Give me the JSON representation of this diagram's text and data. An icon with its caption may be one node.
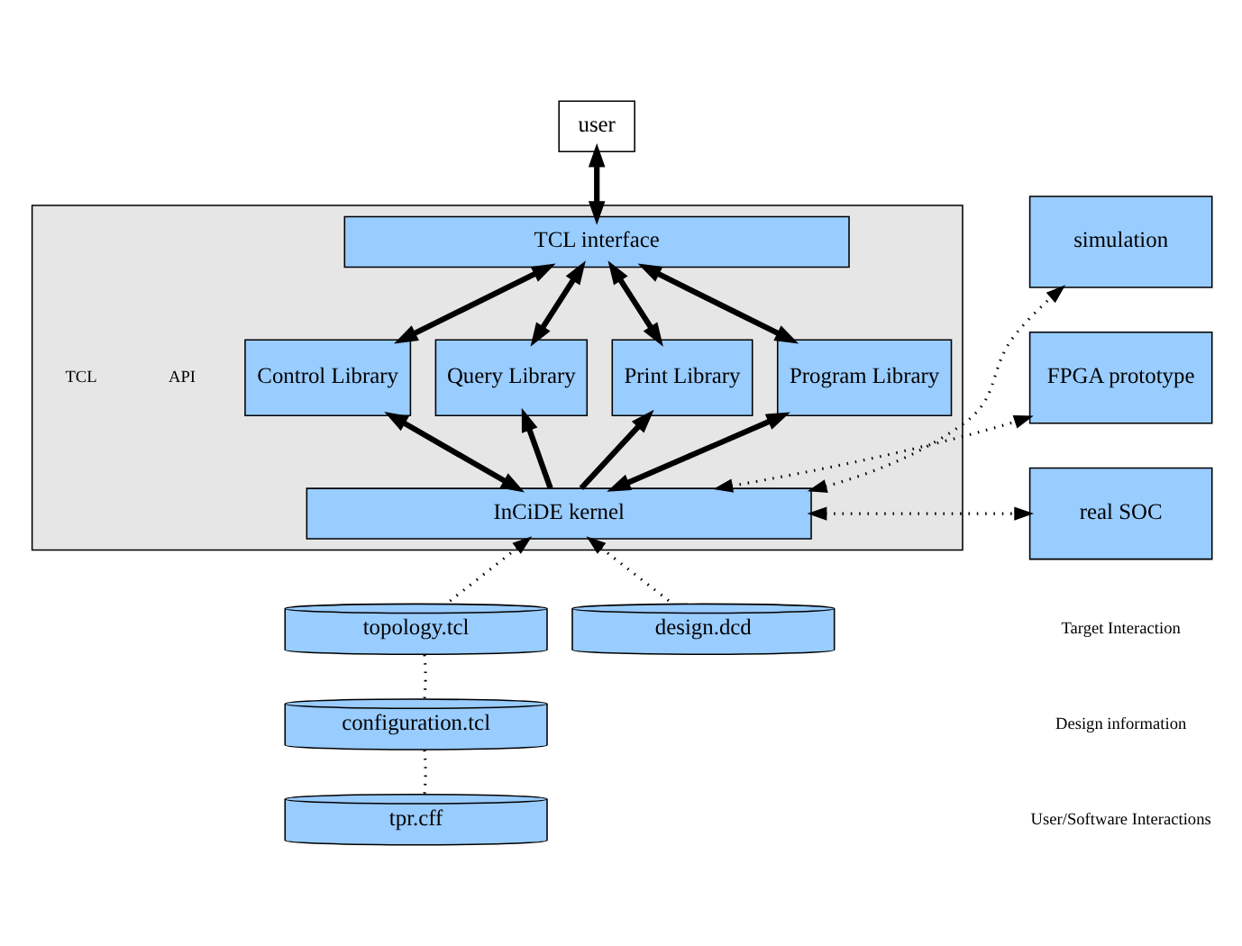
{
  "diagram": {
    "nodes": [
      {
        "text": [
          "user"
        ]
      },
      {
        "text": [],
        "shape": "box"
      },
      {
        "text": [
          "TCL interface"
        ],
        "in": 1
      },
      {
        "text": [
          "Control Library"
        ],
        "in": 1
      },
      {
        "text": [
          "Query Library"
        ],
        "in": 1
      },
      {
        "text": [
          "Print Library"
        ],
        "in": 1
      },
      {
        "text": [
          "Program Library"
        ],
        "in": 1
      },
      {
        "text": [
          "InCiDE kernel"
        ],
        "in": 1
      },
      {
        "text": [
          "simulation"
        ]
      },
      {
        "text": [
          "FPGA prototype"
        ]
      },
      {
        "text": [
          "real SOC"
        ]
      },
      {
        "text": [
          "topology.tcl"
        ]
      },
      {
        "text": [
          "design.dcd"
        ]
      },
      {
        "text": [
          "configuration.tcl"
        ]
      },
      {
        "text": [
          "tpr.cff"
        ]
      }
    ],
    "edges": [
      {
        "from": 0,
        "to": 2,
        "arrow": "both"
      },
      {
        "from": 2,
        "to": 3,
        "arrow": "both"
      },
      {
        "from": 2,
        "to": 4,
        "arrow": "both"
      },
      {
        "from": 2,
        "to": 5,
        "arrow": "both"
      },
      {
        "from": 2,
        "to": 6,
        "arrow": "both"
      },
      {
        "from": 3,
        "to": 7,
        "arrow": "both"
      },
      {
        "from": 7,
        "to": 4,
        "arrow": "to"
      },
      {
        "from": 7,
        "to": 5,
        "arrow": "to"
      },
      {
        "from": 6,
        "to": 7,
        "arrow": "both"
      },
      {
        "from": 7,
        "to": 8,
        "arrow": "both",
        "style": "dashed"
      },
      {
        "from": 7,
        "to": 9,
        "arrow": "both",
        "style": "dashed"
      },
      {
        "from": 7,
        "to": 10,
        "arrow": "both",
        "style": "dashed"
      },
      {
        "from": 11,
        "to": 7,
        "arrow": "to",
        "style": "dashed"
      },
      {
        "from": 12,
        "to": 7,
        "arrow": "to",
        "style": "dashed"
      },
      {
        "from": 13,
        "to": 11,
        "arrow": "none",
        "style": "dashed"
      },
      {
        "from": 14,
        "to": 13,
        "arrow": "none",
        "style": "dashed"
      }
    ],
    "labels": [
      "TCL",
      "API"
    ],
    "legend": [
      {
        "text": "Target Interaction"
      },
      {
        "text": "Design information"
      },
      {
        "text": "User/Software Interactions"
      }
    ]
  }
}
